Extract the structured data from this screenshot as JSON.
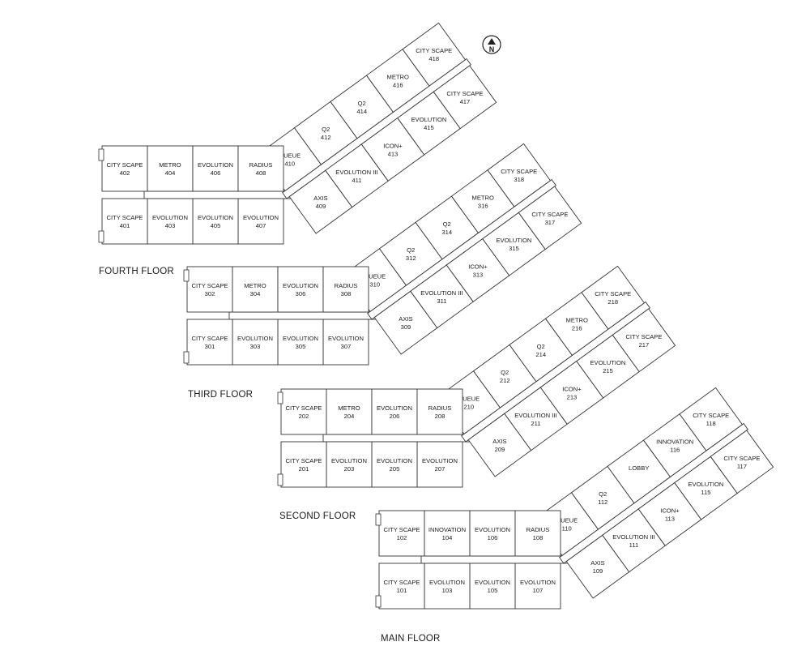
{
  "colors": {
    "line": "#333333",
    "text": "#1a1a1a",
    "background": "#ffffff"
  },
  "north": {
    "label": "N",
    "icon": "north-arrow-icon"
  },
  "floors": [
    {
      "id": "fourth",
      "label": "FOURTH FLOOR",
      "units": [
        {
          "name": "CITY SCAPE",
          "number": "402"
        },
        {
          "name": "METRO",
          "number": "404"
        },
        {
          "name": "EVOLUTION",
          "number": "406"
        },
        {
          "name": "RADIUS",
          "number": "408"
        },
        {
          "name": "QUEUE",
          "number": "410"
        },
        {
          "name": "Q2",
          "number": "412"
        },
        {
          "name": "Q2",
          "number": "414"
        },
        {
          "name": "METRO",
          "number": "416"
        },
        {
          "name": "CITY SCAPE",
          "number": "418"
        },
        {
          "name": "CITY SCAPE",
          "number": "417"
        },
        {
          "name": "EVOLUTION",
          "number": "415"
        },
        {
          "name": "ICON+",
          "number": "413"
        },
        {
          "name": "EVOLUTION III",
          "number": "411"
        },
        {
          "name": "AXIS",
          "number": "409"
        },
        {
          "name": "EVOLUTION",
          "number": "407"
        },
        {
          "name": "EVOLUTION",
          "number": "405"
        },
        {
          "name": "EVOLUTION",
          "number": "403"
        },
        {
          "name": "CITY SCAPE",
          "number": "401"
        }
      ]
    },
    {
      "id": "third",
      "label": "THIRD FLOOR",
      "units": [
        {
          "name": "CITY SCAPE",
          "number": "302"
        },
        {
          "name": "METRO",
          "number": "304"
        },
        {
          "name": "EVOLUTION",
          "number": "306"
        },
        {
          "name": "RADIUS",
          "number": "308"
        },
        {
          "name": "QUEUE",
          "number": "310"
        },
        {
          "name": "Q2",
          "number": "312"
        },
        {
          "name": "Q2",
          "number": "314"
        },
        {
          "name": "METRO",
          "number": "316"
        },
        {
          "name": "CITY SCAPE",
          "number": "318"
        },
        {
          "name": "CITY SCAPE",
          "number": "317"
        },
        {
          "name": "EVOLUTION",
          "number": "315"
        },
        {
          "name": "ICON+",
          "number": "313"
        },
        {
          "name": "EVOLUTION III",
          "number": "311"
        },
        {
          "name": "AXIS",
          "number": "309"
        },
        {
          "name": "EVOLUTION",
          "number": "307"
        },
        {
          "name": "EVOLUTION",
          "number": "305"
        },
        {
          "name": "EVOLUTION",
          "number": "303"
        },
        {
          "name": "CITY SCAPE",
          "number": "301"
        }
      ]
    },
    {
      "id": "second",
      "label": "SECOND FLOOR",
      "units": [
        {
          "name": "CITY SCAPE",
          "number": "202"
        },
        {
          "name": "METRO",
          "number": "204"
        },
        {
          "name": "EVOLUTION",
          "number": "206"
        },
        {
          "name": "RADIUS",
          "number": "208"
        },
        {
          "name": "QUEUE",
          "number": "210"
        },
        {
          "name": "Q2",
          "number": "212"
        },
        {
          "name": "Q2",
          "number": "214"
        },
        {
          "name": "METRO",
          "number": "216"
        },
        {
          "name": "CITY SCAPE",
          "number": "218"
        },
        {
          "name": "CITY SCAPE",
          "number": "217"
        },
        {
          "name": "EVOLUTION",
          "number": "215"
        },
        {
          "name": "ICON+",
          "number": "213"
        },
        {
          "name": "EVOLUTION III",
          "number": "211"
        },
        {
          "name": "AXIS",
          "number": "209"
        },
        {
          "name": "EVOLUTION",
          "number": "207"
        },
        {
          "name": "EVOLUTION",
          "number": "205"
        },
        {
          "name": "EVOLUTION",
          "number": "203"
        },
        {
          "name": "CITY SCAPE",
          "number": "201"
        }
      ]
    },
    {
      "id": "main",
      "label": "MAIN FLOOR",
      "units": [
        {
          "name": "CITY SCAPE",
          "number": "102"
        },
        {
          "name": "INNOVATION",
          "number": "104"
        },
        {
          "name": "EVOLUTION",
          "number": "106"
        },
        {
          "name": "RADIUS",
          "number": "108"
        },
        {
          "name": "QUEUE",
          "number": "110"
        },
        {
          "name": "Q2",
          "number": "112"
        },
        {
          "name": "LOBBY",
          "number": ""
        },
        {
          "name": "INNOVATION",
          "number": "116"
        },
        {
          "name": "CITY SCAPE",
          "number": "118"
        },
        {
          "name": "CITY SCAPE",
          "number": "117"
        },
        {
          "name": "EVOLUTION",
          "number": "115"
        },
        {
          "name": "ICON+",
          "number": "113"
        },
        {
          "name": "EVOLUTION III",
          "number": "111"
        },
        {
          "name": "AXIS",
          "number": "109"
        },
        {
          "name": "EVOLUTION",
          "number": "107"
        },
        {
          "name": "EVOLUTION",
          "number": "105"
        },
        {
          "name": "EVOLUTION",
          "number": "103"
        },
        {
          "name": "CITY SCAPE",
          "number": "101"
        }
      ]
    }
  ]
}
